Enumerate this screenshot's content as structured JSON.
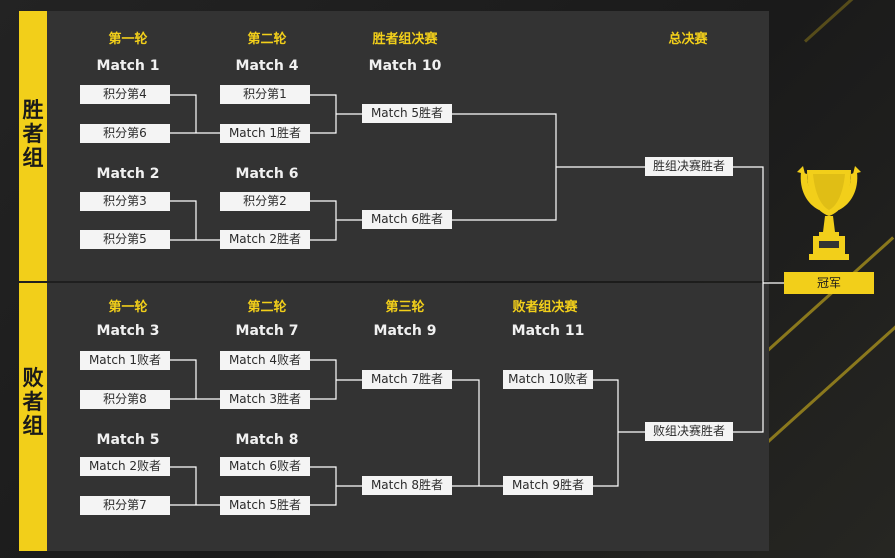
{
  "groups": {
    "winners_label": "胜者组",
    "losers_label": "败者组"
  },
  "winners": {
    "rounds": [
      "第一轮",
      "第二轮",
      "胜者组决赛"
    ],
    "matches": {
      "m1": "Match 1",
      "m2": "Match 2",
      "m4": "Match 4",
      "m6": "Match 6",
      "m10": "Match 10"
    },
    "slots": {
      "m1_a": "积分第4",
      "m1_b": "积分第6",
      "m2_a": "积分第3",
      "m2_b": "积分第5",
      "m4_a": "积分第1",
      "m4_b": "Match 1胜者",
      "m6_a": "积分第2",
      "m6_b": "Match 2胜者",
      "m10_a": "Match 5胜者",
      "m10_b": "Match 6胜者"
    }
  },
  "losers": {
    "rounds": [
      "第一轮",
      "第二轮",
      "第三轮",
      "败者组决赛"
    ],
    "matches": {
      "m3": "Match 3",
      "m5": "Match 5",
      "m7": "Match 7",
      "m8": "Match 8",
      "m9": "Match 9",
      "m11": "Match 11"
    },
    "slots": {
      "m3_a": "Match 1败者",
      "m3_b": "积分第8",
      "m5_a": "Match 2败者",
      "m5_b": "积分第7",
      "m7_a": "Match 4败者",
      "m7_b": "Match 3胜者",
      "m8_a": "Match 6败者",
      "m8_b": "Match 5胜者",
      "m9_a": "Match 7胜者",
      "m9_b": "Match 8胜者",
      "m11_a": "Match 10败者",
      "m11_b": "Match 9胜者"
    }
  },
  "final": {
    "round": "总决赛",
    "upper_slot": "胜组决赛胜者",
    "lower_slot": "败组决赛胜者",
    "champion": "冠军"
  },
  "colors": {
    "accent": "#f2cf1a",
    "panel": "#333333",
    "background": "#1b1b1b",
    "slot": "#f4f4f4",
    "line": "#ffffff"
  },
  "icons": {
    "trophy": "trophy-icon"
  }
}
